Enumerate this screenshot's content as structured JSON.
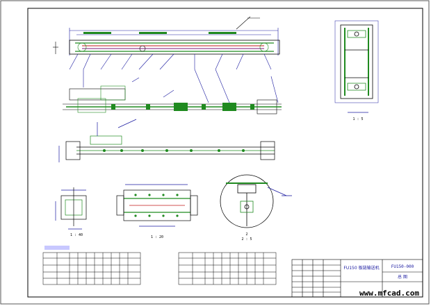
{
  "drawing": {
    "title_block": {
      "project_name": "FU150 板链输送机",
      "drawing_number": "FU150-000",
      "scale_label": "总 图"
    },
    "views": {
      "section_right_label": "1 : 5",
      "detail_bottom_left_label": "1 : 40",
      "bottom_middle_label": "1 : 20",
      "circle_detail_number": "2",
      "circle_detail_scale": "2 : 5"
    },
    "watermark": "www.mfcad.com",
    "colors": {
      "linework": "#1a1aa0",
      "outline": "#000000",
      "member": "#1f8a1f",
      "chain": "#c01818",
      "accent": "#7a1a7a"
    }
  }
}
